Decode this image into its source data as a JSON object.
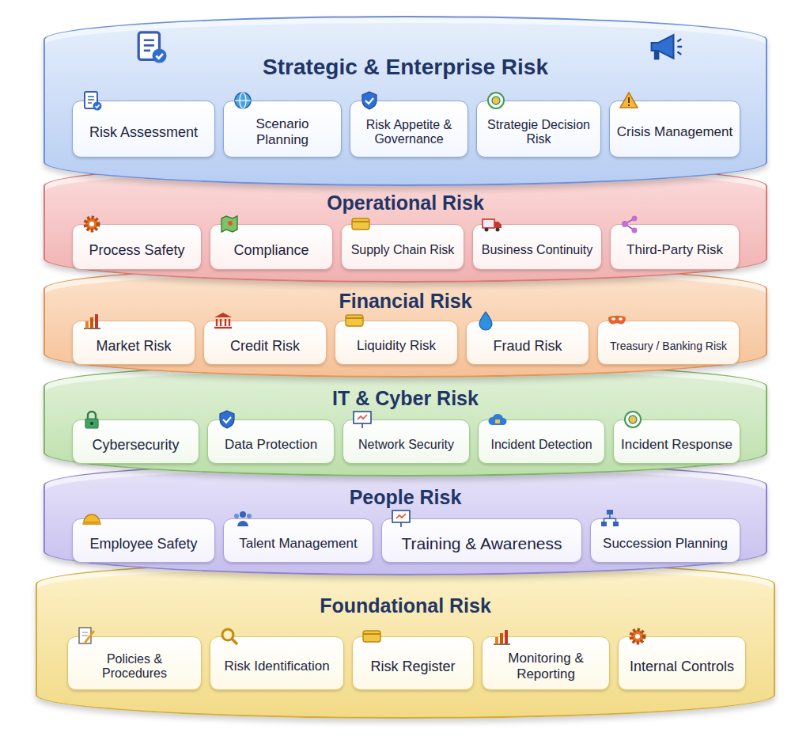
{
  "diagram": {
    "nodes": [
      {
        "text": [
          "Strategic & Enterprise Risk"
        ]
      },
      {
        "text": [
          "Risk Assessment"
        ],
        "in": 0
      },
      {
        "text": [
          "Scenario Planning"
        ],
        "in": 0
      },
      {
        "text": [
          "Risk Appetite & Governance"
        ],
        "in": 0
      },
      {
        "text": [
          "Strategie Decision Risk"
        ],
        "in": 0
      },
      {
        "text": [
          "Crisis Management"
        ],
        "in": 0
      },
      {
        "text": [
          "Operational Risk"
        ]
      },
      {
        "text": [
          "Process Safety"
        ],
        "in": 6
      },
      {
        "text": [
          "Compliance"
        ],
        "in": 6
      },
      {
        "text": [
          "Supply Chain Risk"
        ],
        "in": 6
      },
      {
        "text": [
          "Business Continuity"
        ],
        "in": 6
      },
      {
        "text": [
          "Third-Party Risk"
        ],
        "in": 6
      },
      {
        "text": [
          "Financial Risk"
        ]
      },
      {
        "text": [
          "Market Risk"
        ],
        "in": 12
      },
      {
        "text": [
          "Credit Risk"
        ],
        "in": 12
      },
      {
        "text": [
          "Liquidity Risk"
        ],
        "in": 12
      },
      {
        "text": [
          "Fraud Risk"
        ],
        "in": 12
      },
      {
        "text": [
          "Treasury / Banking Risk"
        ],
        "in": 12
      },
      {
        "text": [
          "IT & Cyber Risk"
        ]
      },
      {
        "text": [
          "Cybersecurity"
        ],
        "in": 18
      },
      {
        "text": [
          "Data Protection"
        ],
        "in": 18
      },
      {
        "text": [
          "Network Security"
        ],
        "in": 18
      },
      {
        "text": [
          "Incident Detection"
        ],
        "in": 18
      },
      {
        "text": [
          "Incident Response"
        ],
        "in": 18
      },
      {
        "text": [
          "People Risk"
        ]
      },
      {
        "text": [
          "Employee Safety"
        ],
        "in": 24
      },
      {
        "text": [
          "Talent Management"
        ],
        "in": 24
      },
      {
        "text": [
          "Training & Awareness"
        ],
        "in": 24
      },
      {
        "text": [
          "Succession Planning"
        ],
        "in": 24
      },
      {
        "text": [
          "Foundational Risk"
        ]
      },
      {
        "text": [
          "Policies & Procedures"
        ],
        "in": 29
      },
      {
        "text": [
          "Risk Identification"
        ],
        "in": 29
      },
      {
        "text": [
          "Risk Register"
        ],
        "in": 29
      },
      {
        "text": [
          "Monitoring & Reporting"
        ],
        "in": 29
      },
      {
        "text": [
          "Internal Controls"
        ],
        "in": 29
      }
    ]
  }
}
